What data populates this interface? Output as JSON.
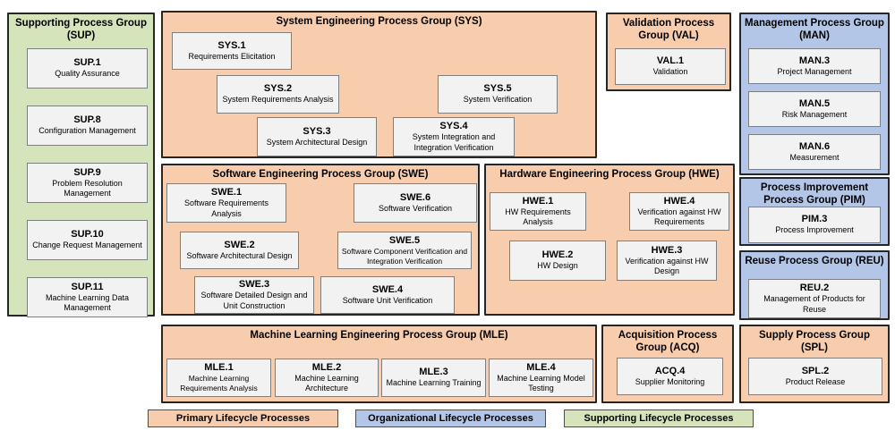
{
  "colors": {
    "primary_fill": "#F8CDAE",
    "organizational_fill": "#B4C6E7",
    "supporting_fill": "#D6E4BC",
    "process_box_fill": "#F2F2F2",
    "process_box_border": "#7F7F7F",
    "group_border": "#262626"
  },
  "groups": [
    {
      "key": "sup",
      "title": "Supporting Process Group (SUP)",
      "category": "supporting",
      "processes": [
        {
          "id": "SUP.1",
          "name": "Quality Assurance"
        },
        {
          "id": "SUP.8",
          "name": "Configuration Management"
        },
        {
          "id": "SUP.9",
          "name": "Problem Resolution Management"
        },
        {
          "id": "SUP.10",
          "name": "Change Request Management"
        },
        {
          "id": "SUP.11",
          "name": "Machine Learning Data Management"
        }
      ]
    },
    {
      "key": "sys",
      "title": "System Engineering Process Group (SYS)",
      "category": "primary",
      "processes": [
        {
          "id": "SYS.1",
          "name": "Requirements Elicitation"
        },
        {
          "id": "SYS.2",
          "name": "System Requirements Analysis"
        },
        {
          "id": "SYS.3",
          "name": "System Architectural Design"
        },
        {
          "id": "SYS.4",
          "name": "System Integration and Integration Verification"
        },
        {
          "id": "SYS.5",
          "name": "System Verification"
        }
      ]
    },
    {
      "key": "val",
      "title": "Validation Process Group (VAL)",
      "category": "primary",
      "processes": [
        {
          "id": "VAL.1",
          "name": "Validation"
        }
      ]
    },
    {
      "key": "man",
      "title": "Management Process Group (MAN)",
      "category": "organizational",
      "processes": [
        {
          "id": "MAN.3",
          "name": "Project Management"
        },
        {
          "id": "MAN.5",
          "name": "Risk Management"
        },
        {
          "id": "MAN.6",
          "name": "Measurement"
        }
      ]
    },
    {
      "key": "swe",
      "title": "Software Engineering Process Group (SWE)",
      "category": "primary",
      "processes": [
        {
          "id": "SWE.1",
          "name": "Software Requirements Analysis"
        },
        {
          "id": "SWE.6",
          "name": "Software Verification"
        },
        {
          "id": "SWE.2",
          "name": "Software Architectural Design"
        },
        {
          "id": "SWE.5",
          "name": "Software Component Verification and Integration Verification"
        },
        {
          "id": "SWE.3",
          "name": "Software Detailed Design and Unit Construction"
        },
        {
          "id": "SWE.4",
          "name": "Software Unit Verification"
        }
      ]
    },
    {
      "key": "hwe",
      "title": "Hardware Engineering Process Group (HWE)",
      "category": "primary",
      "processes": [
        {
          "id": "HWE.1",
          "name": "HW Requirements Analysis"
        },
        {
          "id": "HWE.4",
          "name": "Verification against HW Requirements"
        },
        {
          "id": "HWE.2",
          "name": "HW Design"
        },
        {
          "id": "HWE.3",
          "name": "Verification against HW Design"
        }
      ]
    },
    {
      "key": "pim",
      "title": "Process Improvement Process Group (PIM)",
      "category": "organizational",
      "processes": [
        {
          "id": "PIM.3",
          "name": "Process Improvement"
        }
      ]
    },
    {
      "key": "reu",
      "title": "Reuse Process Group (REU)",
      "category": "organizational",
      "processes": [
        {
          "id": "REU.2",
          "name": "Management of Products for Reuse"
        }
      ]
    },
    {
      "key": "mle",
      "title": "Machine Learning Engineering Process Group (MLE)",
      "category": "primary",
      "processes": [
        {
          "id": "MLE.1",
          "name": "Machine Learning Requirements Analysis"
        },
        {
          "id": "MLE.2",
          "name": "Machine Learning Architecture"
        },
        {
          "id": "MLE.3",
          "name": "Machine Learning Training"
        },
        {
          "id": "MLE.4",
          "name": "Machine Learning Model Testing"
        }
      ]
    },
    {
      "key": "acq",
      "title": "Acquisition Process Group (ACQ)",
      "category": "primary",
      "processes": [
        {
          "id": "ACQ.4",
          "name": "Supplier Monitoring"
        }
      ]
    },
    {
      "key": "spl",
      "title": "Supply Process Group (SPL)",
      "category": "primary",
      "processes": [
        {
          "id": "SPL.2",
          "name": "Product Release"
        }
      ]
    }
  ],
  "legend": [
    {
      "label": "Primary Lifecycle Processes",
      "category": "primary"
    },
    {
      "label": "Organizational Lifecycle Processes",
      "category": "organizational"
    },
    {
      "label": "Supporting Lifecycle Processes",
      "category": "supporting"
    }
  ]
}
